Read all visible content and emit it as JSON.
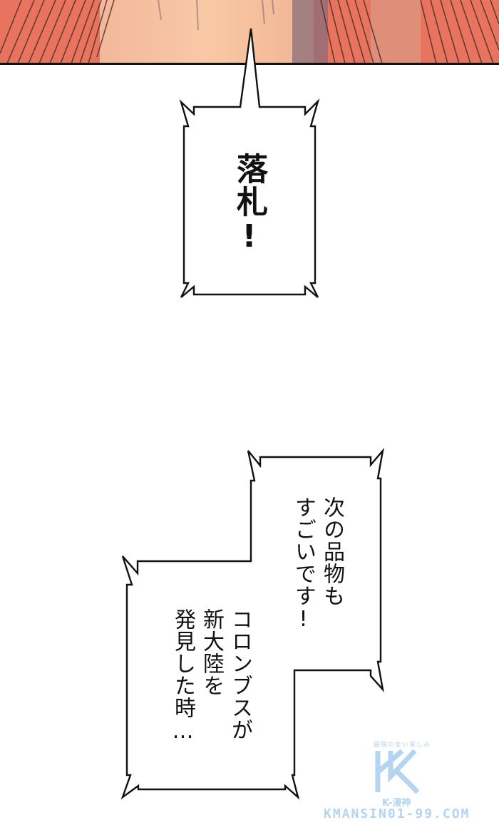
{
  "panel_top": {
    "description": "close-up of character face with red speed-line hair",
    "colors": {
      "hair": "#e8745f",
      "hair_lines": "#4a2a24",
      "skin": "#f7c6a3",
      "shadow": "#8a6e7a",
      "border": "#111111"
    }
  },
  "bubbles": [
    {
      "id": "bubble-1",
      "text": "落札!",
      "lines": [
        "落札!"
      ],
      "style": "spiky-shout-with-tail"
    },
    {
      "id": "bubble-2",
      "style": "spiky-L-shaped",
      "lines": [
        "次の品物も",
        "すごいです!",
        "コロンブスが",
        "新大陸を",
        "発見した時…"
      ],
      "column_right": "次の品物も",
      "column_right2": "すごいです!",
      "column_left": "コロンブスが",
      "column_left2": "新大陸を",
      "column_left3": "発見した時…"
    }
  ],
  "watermark": {
    "tagline": "最強の女い楽しみ",
    "logo": "K",
    "subtitle": "K-漫神",
    "url": "KMANSIN01-99.COM",
    "color": "#a7cdef"
  }
}
